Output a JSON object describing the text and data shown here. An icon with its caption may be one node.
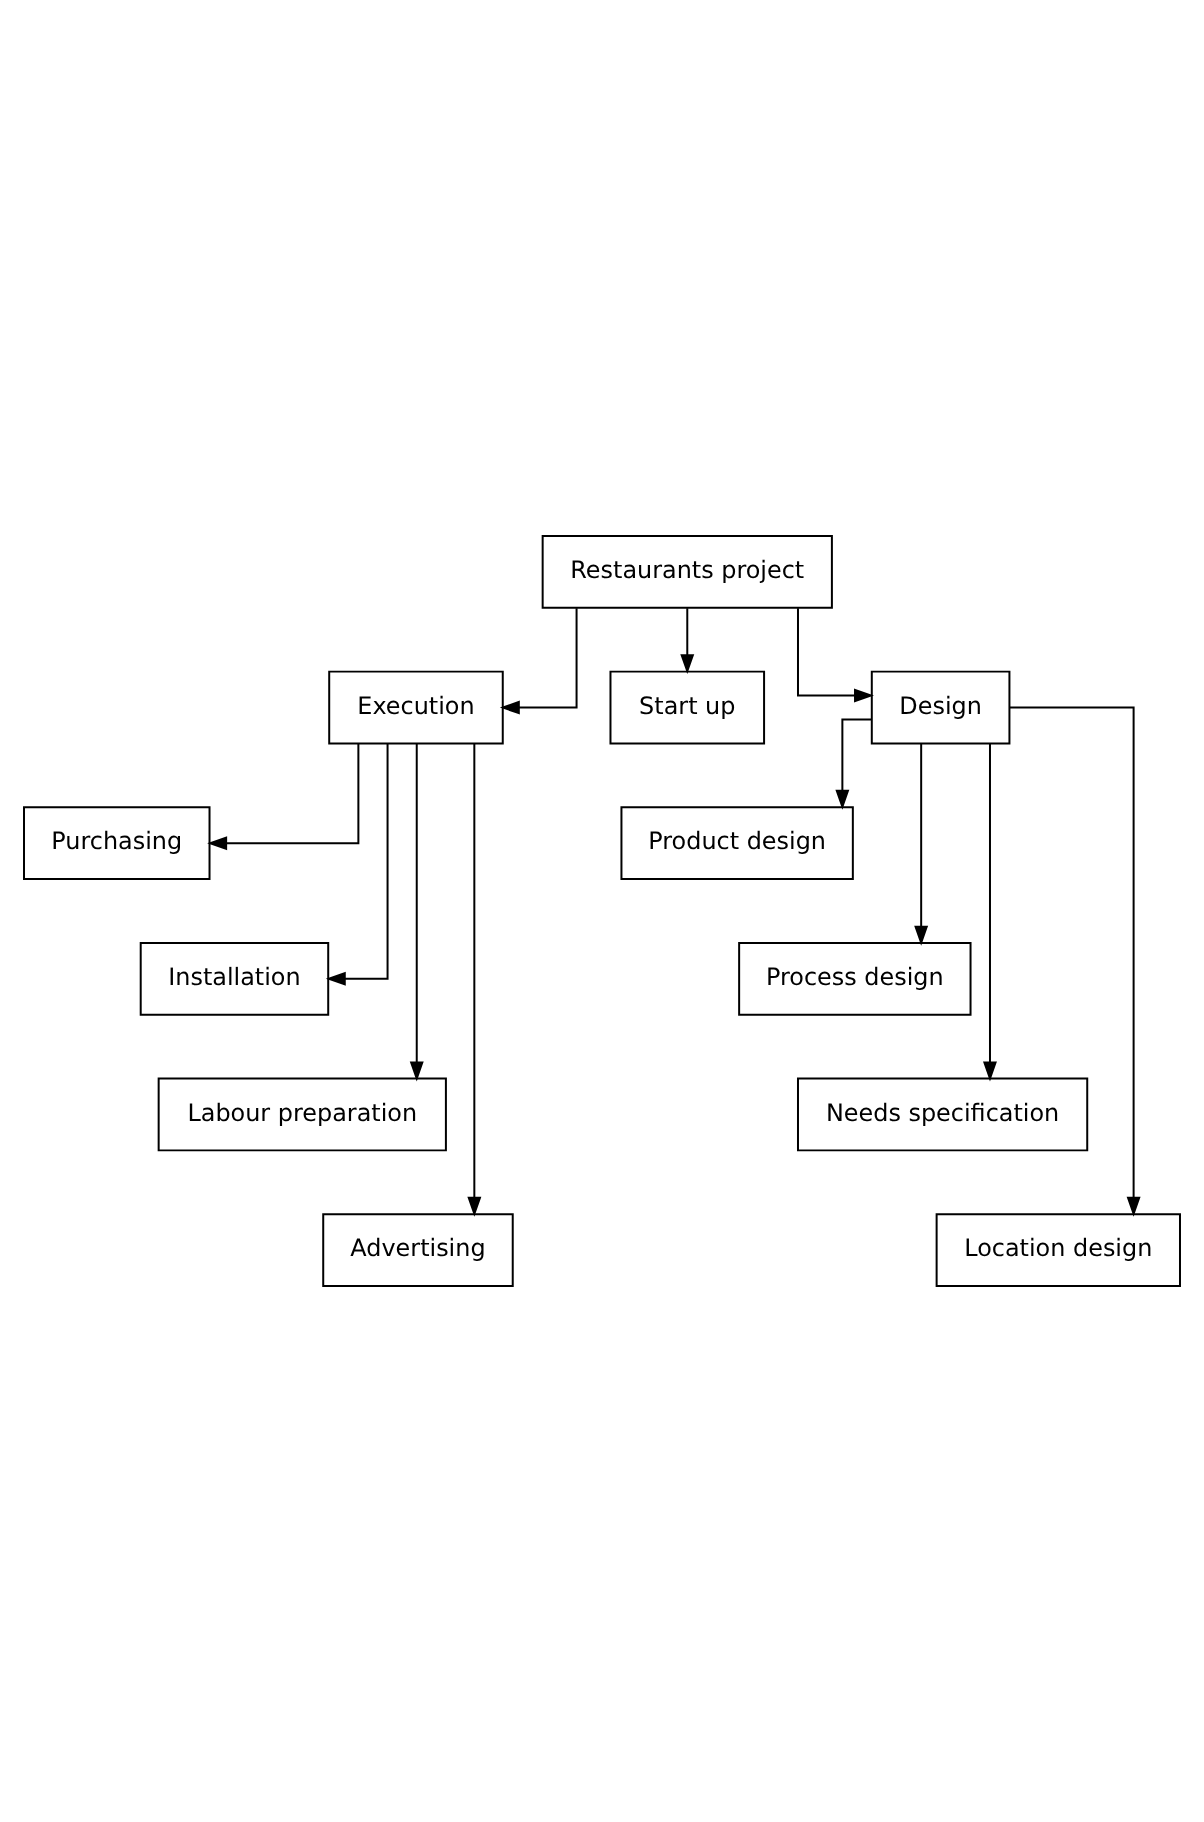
{
  "diagram": {
    "nodes": [
      {
        "text": [
          "Restaurants project"
        ]
      },
      {
        "text": [
          "Execution"
        ]
      },
      {
        "text": [
          "Start up"
        ]
      },
      {
        "text": [
          "Design"
        ]
      },
      {
        "text": [
          "Purchasing"
        ]
      },
      {
        "text": [
          "Installation"
        ]
      },
      {
        "text": [
          "Labour preparation"
        ]
      },
      {
        "text": [
          "Advertising"
        ]
      },
      {
        "text": [
          "Product design"
        ]
      },
      {
        "text": [
          "Process design"
        ]
      },
      {
        "text": [
          "Needs specification"
        ]
      },
      {
        "text": [
          "Location design"
        ]
      }
    ],
    "edges": [
      {
        "from": 0,
        "to": 1,
        "arrow": "to"
      },
      {
        "from": 0,
        "to": 2,
        "arrow": "to"
      },
      {
        "from": 0,
        "to": 3,
        "arrow": "to"
      },
      {
        "from": 1,
        "to": 4,
        "arrow": "to"
      },
      {
        "from": 1,
        "to": 5,
        "arrow": "to"
      },
      {
        "from": 1,
        "to": 6,
        "arrow": "to"
      },
      {
        "from": 1,
        "to": 7,
        "arrow": "to"
      },
      {
        "from": 3,
        "to": 8,
        "arrow": "to"
      },
      {
        "from": 3,
        "to": 9,
        "arrow": "to"
      },
      {
        "from": 3,
        "to": 10,
        "arrow": "to"
      },
      {
        "from": 3,
        "to": 11,
        "arrow": "to"
      }
    ]
  }
}
